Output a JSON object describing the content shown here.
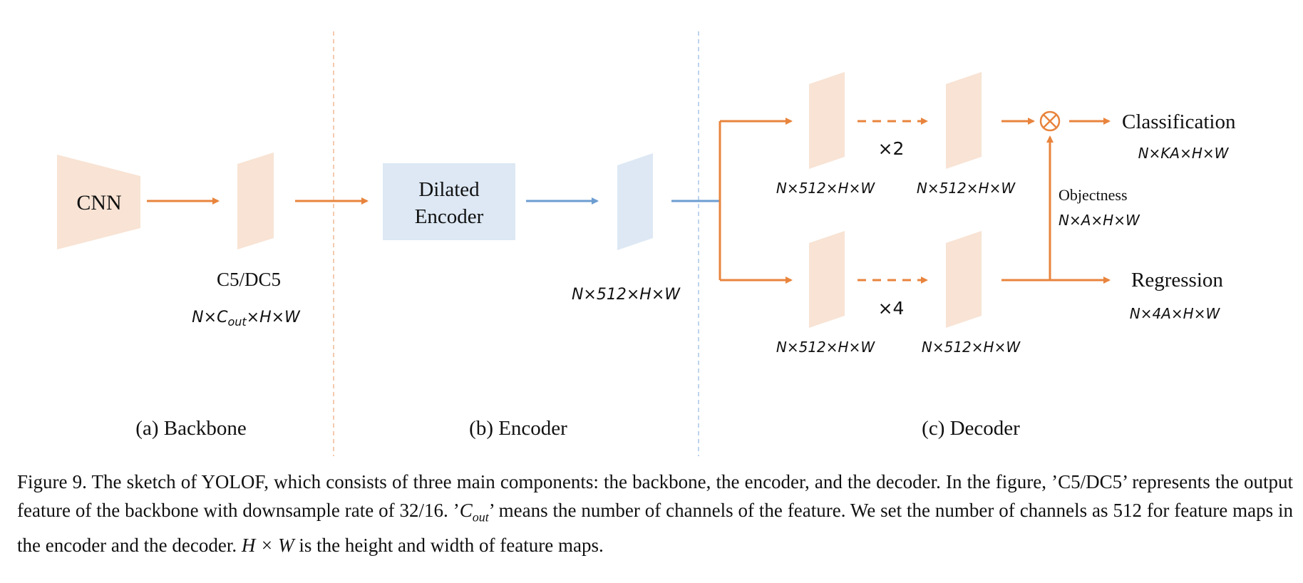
{
  "backbone": {
    "block_label": "CNN",
    "feature_name": "C5/DC5",
    "feature_shape": {
      "a": "N×C",
      "sub": "out",
      "b": "×H×W"
    },
    "section_label": "(a) Backbone"
  },
  "encoder": {
    "block_label_line1": "Dilated",
    "block_label_line2": "Encoder",
    "output_shape": "N×512×H×W",
    "section_label": "(b) Encoder"
  },
  "decoder": {
    "cls_feat_in_shape": "N×512×H×W",
    "cls_feat_out_shape": "N×512×H×W",
    "cls_repeat": "×2",
    "reg_feat_in_shape": "N×512×H×W",
    "reg_feat_out_shape": "N×512×H×W",
    "reg_repeat": "×4",
    "multiply_symbol": "⊗",
    "classification_label": "Classification",
    "classification_shape": "N×KA×H×W",
    "objectness_label": "Objectness",
    "objectness_shape": "N×A×H×W",
    "regression_label": "Regression",
    "regression_shape": "N×4A×H×W",
    "section_label": "(c) Decoder"
  },
  "colors": {
    "orange": "#e8843d",
    "orange_fill": "#f8e3d4",
    "blue": "#6d9dd1",
    "blue_fill": "#dde8f4",
    "orange_divider": "#f0b894",
    "blue_divider": "#a9c6e6"
  },
  "caption": {
    "s1": "Figure 9. The sketch of YOLOF, which consists of three main components: the backbone, the encoder, and the decoder. In the figure, ’C5/DC5’ represents the output feature of the backbone with downsample rate of 32/16. ’",
    "s1_math": "C",
    "s1_sub": "out",
    "s2": "’ means the number of channels of the feature. We set the number of channels as 512 for feature maps in the encoder and the decoder. ",
    "s2_math": "H × W",
    "s3": " is the height and width of feature maps."
  }
}
